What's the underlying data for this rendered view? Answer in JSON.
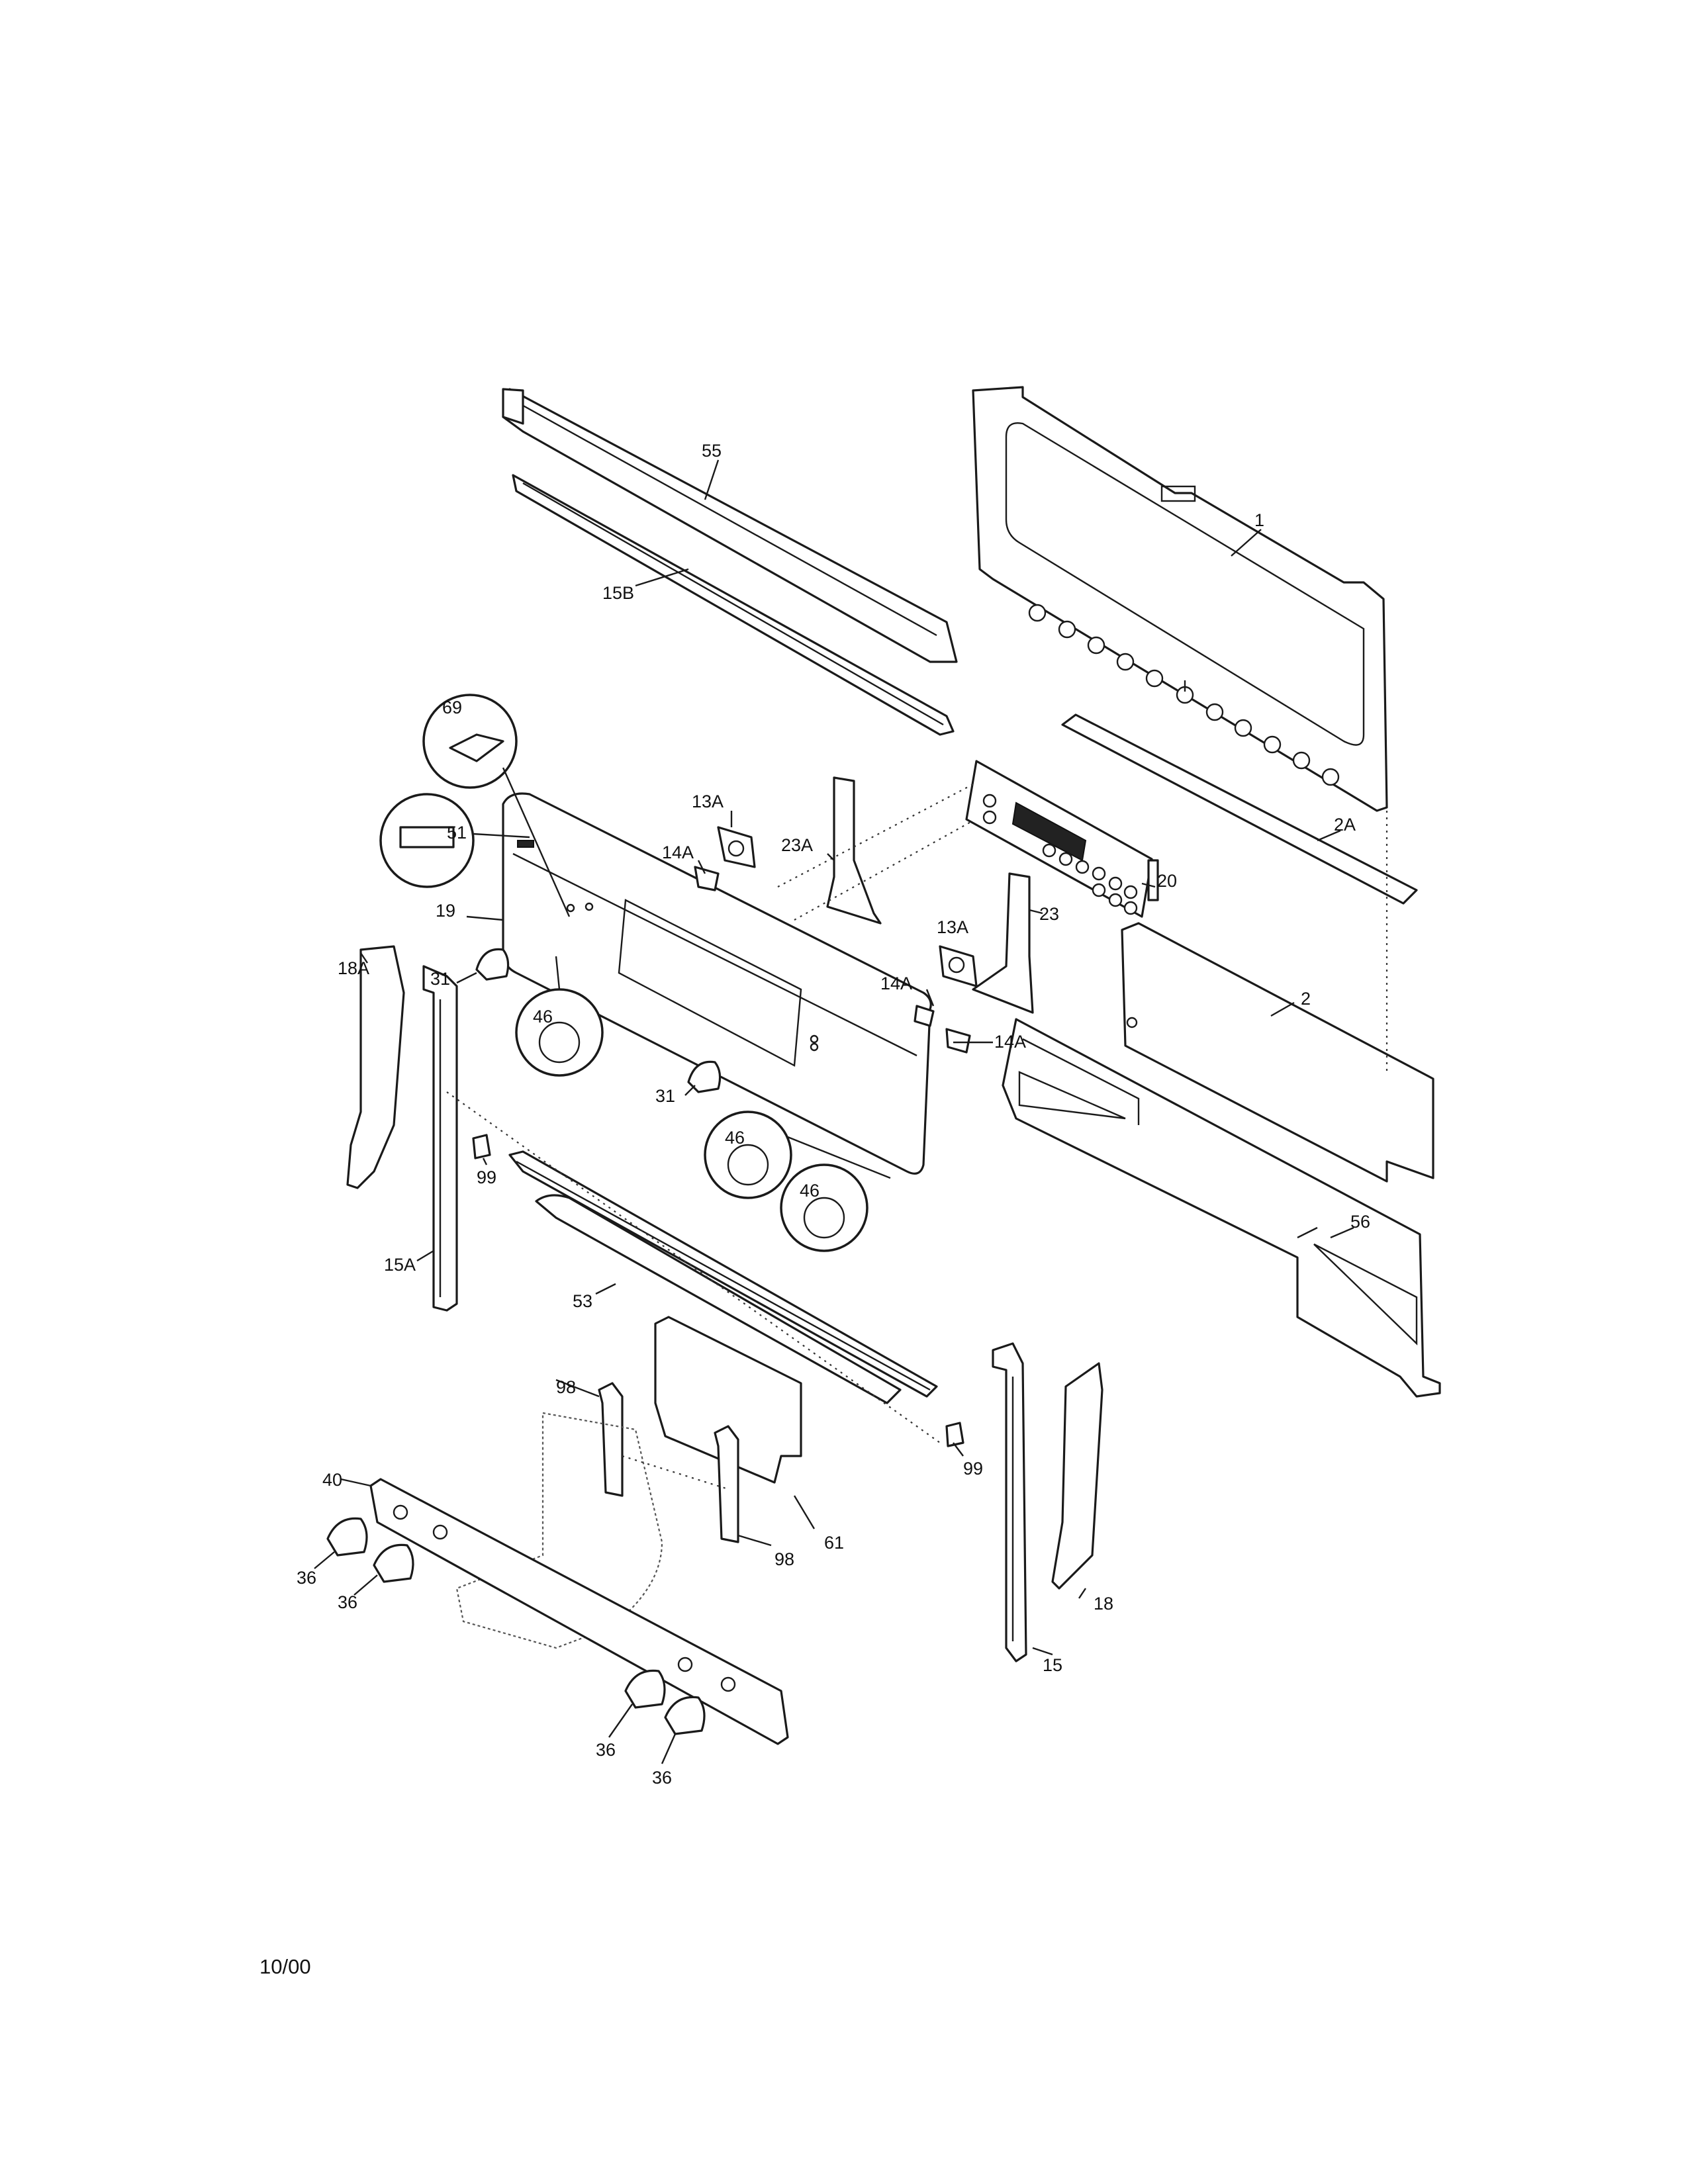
{
  "labels": {
    "p1": "1",
    "p2": "2",
    "p2A": "2A",
    "p13A_a": "13A",
    "p13A_b": "13A",
    "p14A_a": "14A",
    "p14A_b": "14A",
    "p14A_c": "14A",
    "p15": "15",
    "p15A": "15A",
    "p15B": "15B",
    "p18": "18",
    "p18A": "18A",
    "p19": "19",
    "p20": "20",
    "p23": "23",
    "p23A": "23A",
    "p31_a": "31",
    "p31_b": "31",
    "p36_a": "36",
    "p36_b": "36",
    "p36_c": "36",
    "p36_d": "36",
    "p40": "40",
    "p46_a": "46",
    "p46_b": "46",
    "p46_c": "46",
    "p51": "51",
    "p53": "53",
    "p55": "55",
    "p56": "56",
    "p61": "61",
    "p69": "69",
    "p98_a": "98",
    "p98_b": "98",
    "p99_a": "99",
    "p99_b": "99"
  },
  "footer": {
    "date_code": "10/00"
  }
}
